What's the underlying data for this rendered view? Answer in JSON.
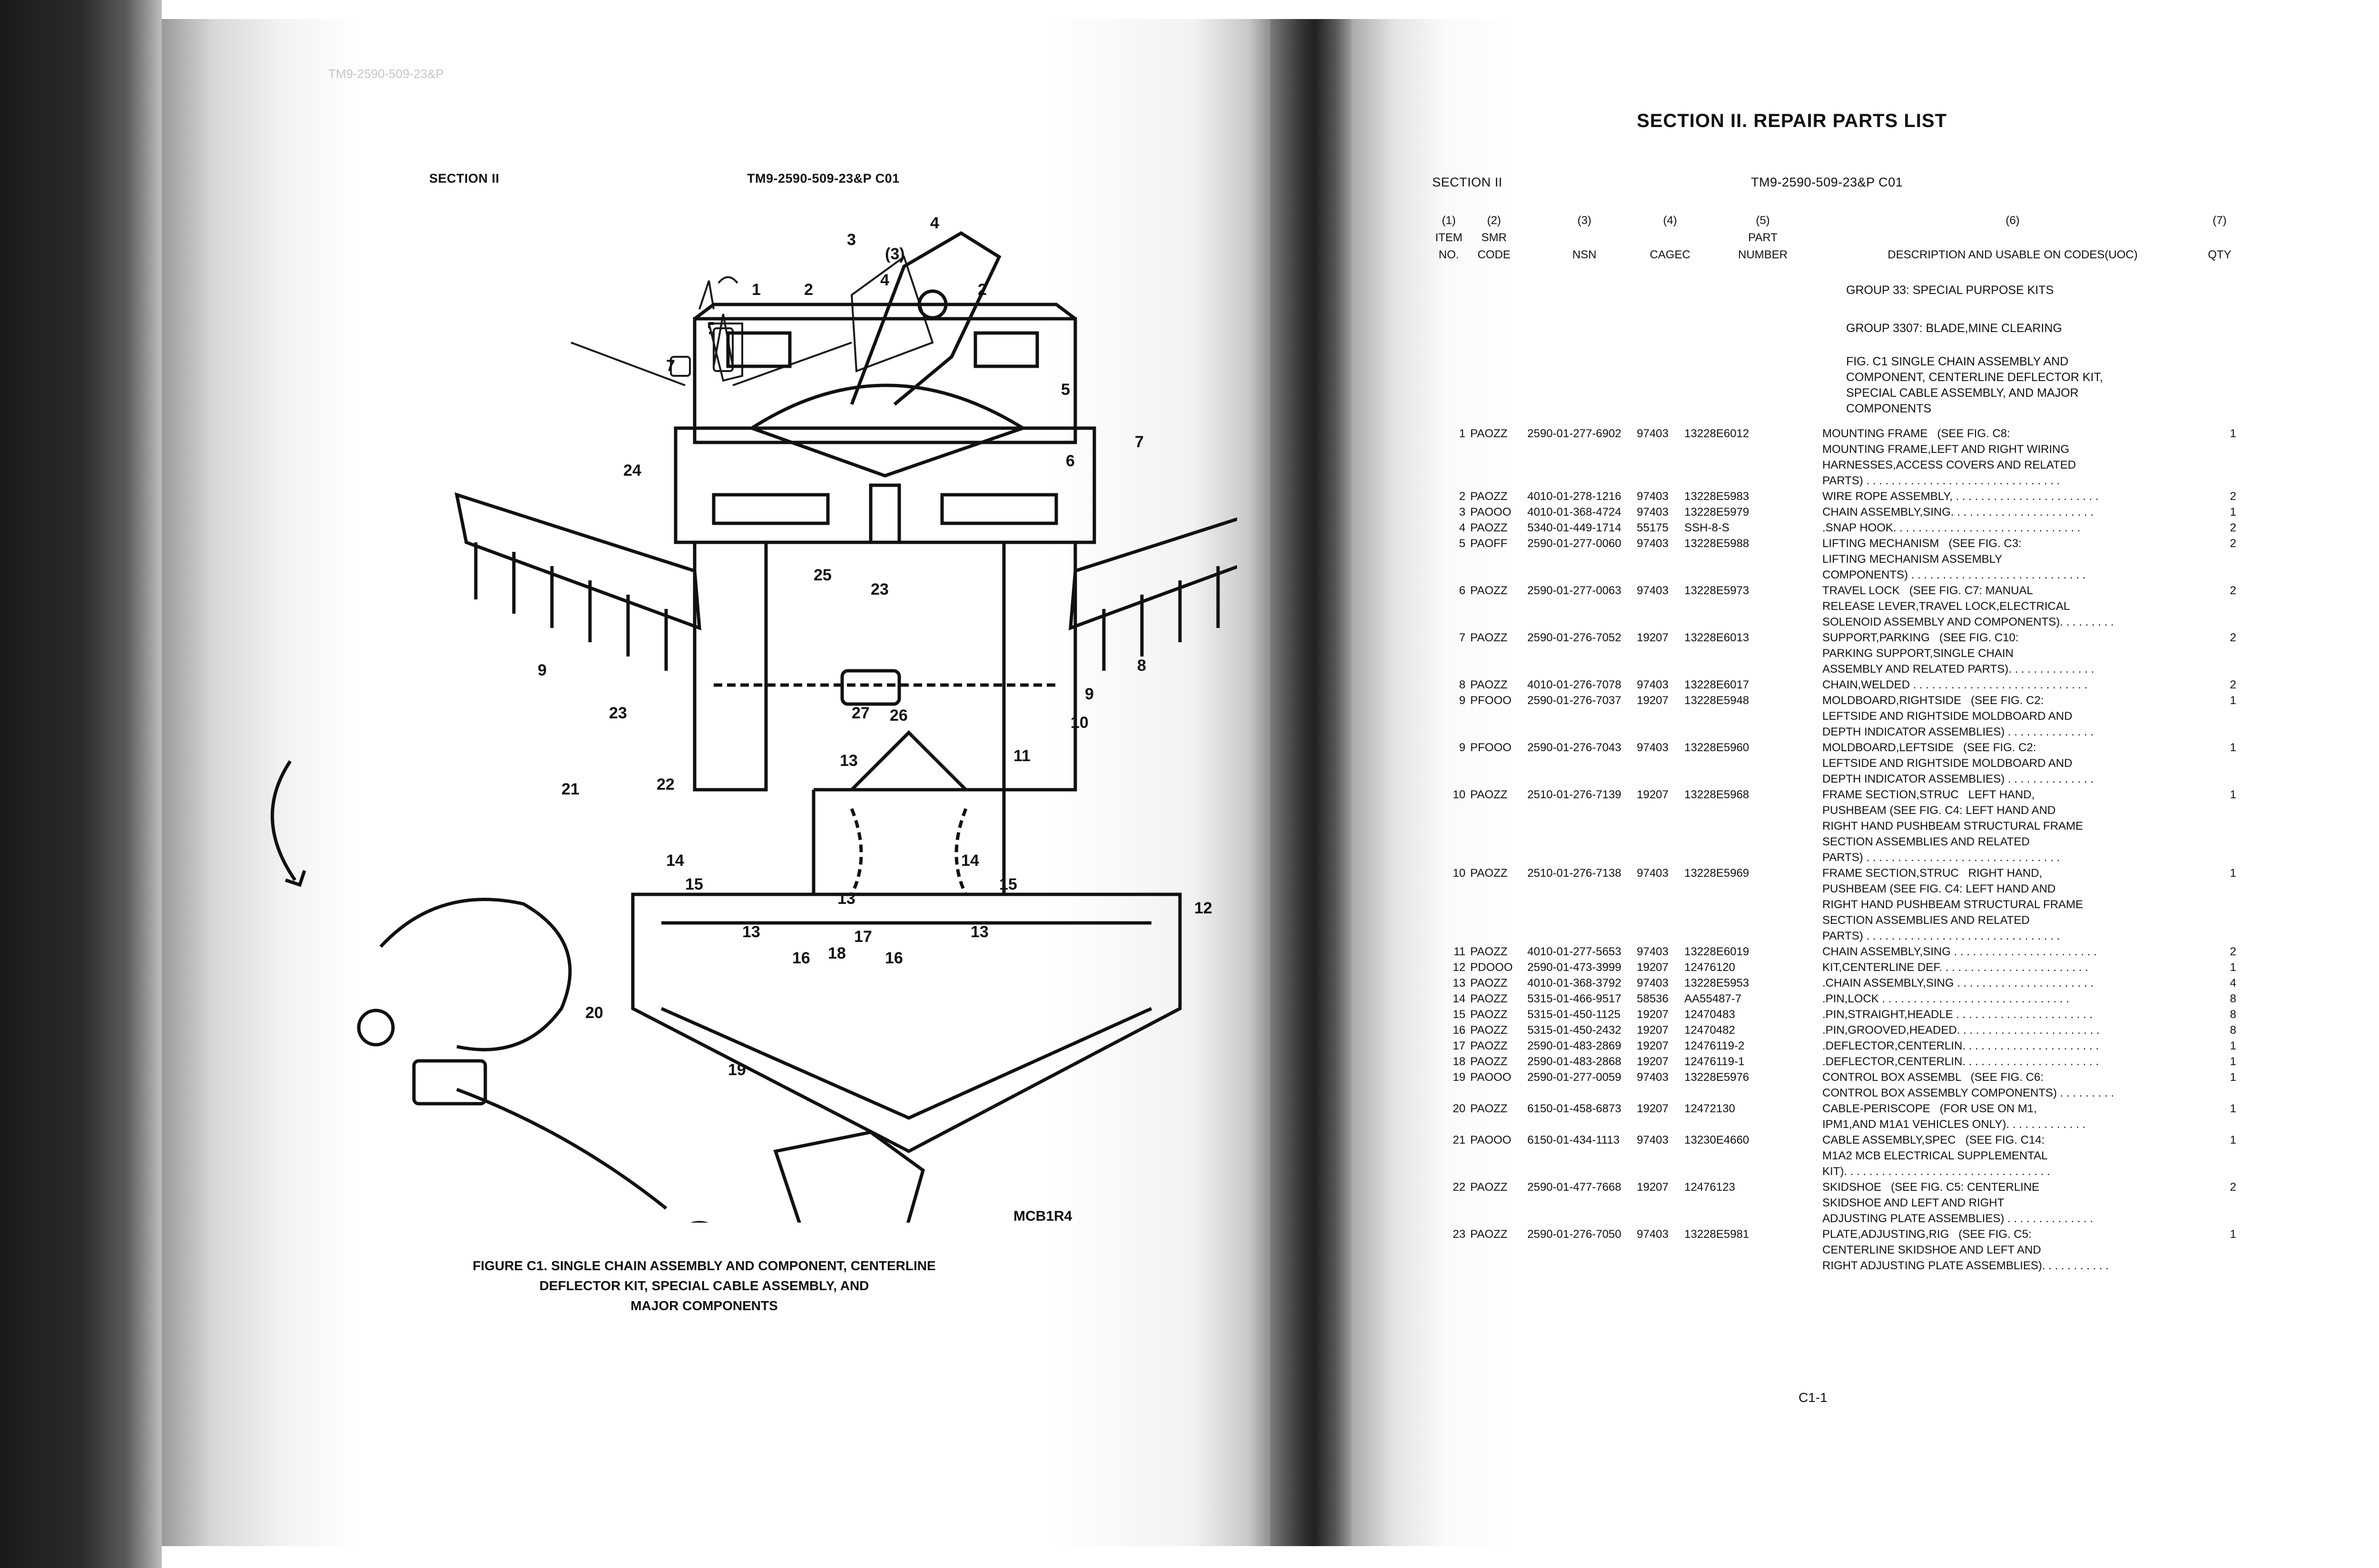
{
  "left_page": {
    "ghost_running_head": "TM9-2590-509-23&P",
    "section": "SECTION II",
    "doc_id": "TM9-2590-509-23&P C01",
    "figure_tag": "MCB1R4",
    "callouts": [
      "1",
      "2",
      "3",
      "(3)",
      "4",
      "4",
      "2",
      "5",
      "6",
      "7",
      "7",
      "24",
      "25",
      "23",
      "23",
      "22",
      "21",
      "20",
      "19",
      "27",
      "26",
      "9",
      "9",
      "8",
      "10",
      "11",
      "12",
      "13",
      "13",
      "13",
      "14",
      "15",
      "15",
      "14",
      "13",
      "16",
      "17",
      "18",
      "16"
    ],
    "caption_lines": [
      "FIGURE C1.      SINGLE CHAIN ASSEMBLY AND COMPONENT, CENTERLINE",
      "DEFLECTOR KIT, SPECIAL CABLE ASSEMBLY, AND",
      "MAJOR COMPONENTS"
    ]
  },
  "right_page": {
    "title": "SECTION II. REPAIR PARTS LIST",
    "section": "SECTION II",
    "doc_id": "TM9-2590-509-23&P C01",
    "headers": {
      "c1": [
        "(1)",
        "ITEM",
        "NO."
      ],
      "c2": [
        "(2)",
        "SMR",
        "CODE"
      ],
      "c3": [
        "(3)",
        "",
        "NSN"
      ],
      "c4": [
        "(4)",
        "",
        "CAGEC"
      ],
      "c5": [
        "(5)",
        "PART",
        "NUMBER"
      ],
      "c6": [
        "(6)",
        "",
        "DESCRIPTION AND USABLE ON CODES(UOC)"
      ],
      "c7": [
        "(7)",
        "",
        "QTY"
      ]
    },
    "group1": "GROUP  33: SPECIAL PURPOSE KITS",
    "group2": "GROUP  3307: BLADE,MINE CLEARING",
    "fig_lines": [
      "FIG. C1  SINGLE CHAIN ASSEMBLY AND",
      "COMPONENT, CENTERLINE DEFLECTOR KIT,",
      "SPECIAL CABLE ASSEMBLY, AND MAJOR",
      "COMPONENTS"
    ],
    "rows": [
      {
        "item": "1",
        "smr": "PAOZZ",
        "nsn": "2590-01-277-6902",
        "cagec": "97403",
        "part": "13228E6012",
        "desc": [
          "MOUNTING FRAME   (SEE FIG. C8:",
          "MOUNTING FRAME,LEFT AND RIGHT WIRING",
          "HARNESSES,ACCESS COVERS AND RELATED",
          "PARTS) . . . . . . . . . . . . . . . . . . . . . . . . . . . . . . ."
        ],
        "qty": "1"
      },
      {
        "item": "2",
        "smr": "PAOZZ",
        "nsn": "4010-01-278-1216",
        "cagec": "97403",
        "part": "13228E5983",
        "desc": [
          "WIRE ROPE ASSEMBLY, . . . . . . . . . . . . . . . . . . . . . . ."
        ],
        "qty": "2"
      },
      {
        "item": "3",
        "smr": "PAOOO",
        "nsn": "4010-01-368-4724",
        "cagec": "97403",
        "part": "13228E5979",
        "desc": [
          "CHAIN ASSEMBLY,SING. . . . . . . . . . . . . . . . . . . . . . ."
        ],
        "qty": "1"
      },
      {
        "item": "4",
        "smr": "PAOZZ",
        "nsn": "5340-01-449-1714",
        "cagec": "55175",
        "part": "SSH-8-S",
        "desc": [
          ".SNAP HOOK. . . . . . . . . . . . . . . . . . . . . . . . . . . . . ."
        ],
        "qty": "2"
      },
      {
        "item": "5",
        "smr": "PAOFF",
        "nsn": "2590-01-277-0060",
        "cagec": "97403",
        "part": "13228E5988",
        "desc": [
          "LIFTING MECHANISM   (SEE FIG. C3:",
          "LIFTING MECHANISM ASSEMBLY",
          "COMPONENTS) . . . . . . . . . . . . . . . . . . . . . . . . . . . ."
        ],
        "qty": "2"
      },
      {
        "item": "6",
        "smr": "PAOZZ",
        "nsn": "2590-01-277-0063",
        "cagec": "97403",
        "part": "13228E5973",
        "desc": [
          "TRAVEL LOCK   (SEE FIG. C7: MANUAL",
          "RELEASE LEVER,TRAVEL LOCK,ELECTRICAL",
          "SOLENOID ASSEMBLY AND COMPONENTS). . . . . . . . ."
        ],
        "qty": "2"
      },
      {
        "item": "7",
        "smr": "PAOZZ",
        "nsn": "2590-01-276-7052",
        "cagec": "19207",
        "part": "13228E6013",
        "desc": [
          "SUPPORT,PARKING   (SEE FIG. C10:",
          "PARKING SUPPORT,SINGLE CHAIN",
          "ASSEMBLY AND RELATED PARTS). . . . . . . . . . . . . ."
        ],
        "qty": "2"
      },
      {
        "item": "8",
        "smr": "PAOZZ",
        "nsn": "4010-01-276-7078",
        "cagec": "97403",
        "part": "13228E6017",
        "desc": [
          "CHAIN,WELDED . . . . . . . . . . . . . . . . . . . . . . . . . . . ."
        ],
        "qty": "2"
      },
      {
        "item": "9",
        "smr": "PFOOO",
        "nsn": "2590-01-276-7037",
        "cagec": "19207",
        "part": "13228E5948",
        "desc": [
          "MOLDBOARD,RIGHTSIDE   (SEE FIG. C2:",
          "LEFTSIDE AND RIGHTSIDE MOLDBOARD AND",
          "DEPTH INDICATOR ASSEMBLIES) . . . . . . . . . . . . . ."
        ],
        "qty": "1"
      },
      {
        "item": "9",
        "smr": "PFOOO",
        "nsn": "2590-01-276-7043",
        "cagec": "97403",
        "part": "13228E5960",
        "desc": [
          "MOLDBOARD,LEFTSIDE   (SEE FIG. C2:",
          "LEFTSIDE AND RIGHTSIDE MOLDBOARD AND",
          "DEPTH INDICATOR ASSEMBLIES) . . . . . . . . . . . . . ."
        ],
        "qty": "1"
      },
      {
        "item": "10",
        "smr": "PAOZZ",
        "nsn": "2510-01-276-7139",
        "cagec": "19207",
        "part": "13228E5968",
        "desc": [
          "FRAME SECTION,STRUC   LEFT HAND,",
          "PUSHBEAM (SEE FIG. C4: LEFT HAND AND",
          "RIGHT HAND PUSHBEAM STRUCTURAL FRAME",
          "SECTION ASSEMBLIES AND RELATED",
          "PARTS) . . . . . . . . . . . . . . . . . . . . . . . . . . . . . . ."
        ],
        "qty": "1"
      },
      {
        "item": "10",
        "smr": "PAOZZ",
        "nsn": "2510-01-276-7138",
        "cagec": "97403",
        "part": "13228E5969",
        "desc": [
          "FRAME SECTION,STRUC   RIGHT HAND,",
          "PUSHBEAM (SEE FIG. C4: LEFT HAND AND",
          "RIGHT HAND PUSHBEAM STRUCTURAL FRAME",
          "SECTION ASSEMBLIES AND RELATED",
          "PARTS) . . . . . . . . . . . . . . . . . . . . . . . . . . . . . . ."
        ],
        "qty": "1"
      },
      {
        "item": "11",
        "smr": "PAOZZ",
        "nsn": "4010-01-277-5653",
        "cagec": "97403",
        "part": "13228E6019",
        "desc": [
          "CHAIN ASSEMBLY,SING . . . . . . . . . . . . . . . . . . . . . . ."
        ],
        "qty": "2"
      },
      {
        "item": "12",
        "smr": "PDOOO",
        "nsn": "2590-01-473-3999",
        "cagec": "19207",
        "part": "12476120",
        "desc": [
          "KIT,CENTERLINE DEF. . . . . . . . . . . . . . . . . . . . . . . ."
        ],
        "qty": "1"
      },
      {
        "item": "13",
        "smr": "PAOZZ",
        "nsn": "4010-01-368-3792",
        "cagec": "97403",
        "part": "13228E5953",
        "desc": [
          ".CHAIN ASSEMBLY,SING . . . . . . . . . . . . . . . . . . . . . ."
        ],
        "qty": "4"
      },
      {
        "item": "14",
        "smr": "PAOZZ",
        "nsn": "5315-01-466-9517",
        "cagec": "58536",
        "part": "AA55487-7",
        "desc": [
          ".PIN,LOCK . . . . . . . . . . . . . . . . . . . . . . . . . . . . . ."
        ],
        "qty": "8"
      },
      {
        "item": "15",
        "smr": "PAOZZ",
        "nsn": "5315-01-450-1125",
        "cagec": "19207",
        "part": "12470483",
        "desc": [
          ".PIN,STRAIGHT,HEADLE . . . . . . . . . . . . . . . . . . . . . ."
        ],
        "qty": "8"
      },
      {
        "item": "16",
        "smr": "PAOZZ",
        "nsn": "5315-01-450-2432",
        "cagec": "19207",
        "part": "12470482",
        "desc": [
          ".PIN,GROOVED,HEADED. . . . . . . . . . . . . . . . . . . . . . ."
        ],
        "qty": "8"
      },
      {
        "item": "17",
        "smr": "PAOZZ",
        "nsn": "2590-01-483-2869",
        "cagec": "19207",
        "part": "12476119-2",
        "desc": [
          ".DEFLECTOR,CENTERLIN. . . . . . . . . . . . . . . . . . . . . ."
        ],
        "qty": "1"
      },
      {
        "item": "18",
        "smr": "PAOZZ",
        "nsn": "2590-01-483-2868",
        "cagec": "19207",
        "part": "12476119-1",
        "desc": [
          ".DEFLECTOR,CENTERLIN. . . . . . . . . . . . . . . . . . . . . ."
        ],
        "qty": "1"
      },
      {
        "item": "19",
        "smr": "PAOOO",
        "nsn": "2590-01-277-0059",
        "cagec": "97403",
        "part": "13228E5976",
        "desc": [
          "CONTROL BOX ASSEMBL   (SEE FIG. C6:",
          "CONTROL BOX ASSEMBLY COMPONENTS) . . . . . . . . ."
        ],
        "qty": "1"
      },
      {
        "item": "20",
        "smr": "PAOZZ",
        "nsn": "6150-01-458-6873",
        "cagec": "19207",
        "part": "12472130",
        "desc": [
          "CABLE-PERISCOPE   (FOR USE ON M1,",
          "IPM1,AND M1A1 VEHICLES ONLY). . . . . . . . . . . . ."
        ],
        "qty": "1"
      },
      {
        "item": "21",
        "smr": "PAOOO",
        "nsn": "6150-01-434-1113",
        "cagec": "97403",
        "part": "13230E4660",
        "desc": [
          "CABLE ASSEMBLY,SPEC   (SEE FIG. C14:",
          "M1A2 MCB ELECTRICAL SUPPLEMENTAL",
          "KIT). . . . . . . . . . . . . . . . . . . . . . . . . . . . . . . . ."
        ],
        "qty": "1"
      },
      {
        "item": "22",
        "smr": "PAOZZ",
        "nsn": "2590-01-477-7668",
        "cagec": "19207",
        "part": "12476123",
        "desc": [
          "SKIDSHOE   (SEE FIG. C5: CENTERLINE",
          "SKIDSHOE AND LEFT AND RIGHT",
          "ADJUSTING PLATE ASSEMBLIES) . . . . . . . . . . . . . ."
        ],
        "qty": "2"
      },
      {
        "item": "23",
        "smr": "PAOZZ",
        "nsn": "2590-01-276-7050",
        "cagec": "97403",
        "part": "13228E5981",
        "desc": [
          "PLATE,ADJUSTING,RIG   (SEE FIG. C5:",
          "CENTERLINE SKIDSHOE AND LEFT AND",
          "RIGHT ADJUSTING PLATE ASSEMBLIES). . . . . . . . . . ."
        ],
        "qty": "1"
      }
    ],
    "page_number": "C1-1"
  }
}
